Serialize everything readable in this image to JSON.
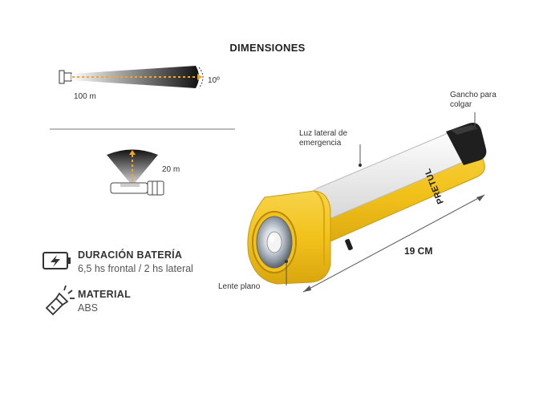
{
  "title": "DIMENSIONES",
  "beam": {
    "distance_label": "100 m",
    "angle_label": "10º"
  },
  "side_beam": {
    "distance_label": "20 m"
  },
  "specs": {
    "battery_title": "DURACIÓN BATERÍA",
    "battery_value": "6,5 hs frontal / 2 hs lateral",
    "material_title": "MATERIAL",
    "material_value": "ABS"
  },
  "callouts": {
    "hook": "Gancho para colgar",
    "side_light": "Luz lateral de emergencia",
    "lens": "Lente plano"
  },
  "length_label": "19 CM",
  "brand": "PRETUL",
  "colors": {
    "body": "#f2c21b",
    "accent": "#f4a623",
    "dark": "#1f1f1f"
  }
}
